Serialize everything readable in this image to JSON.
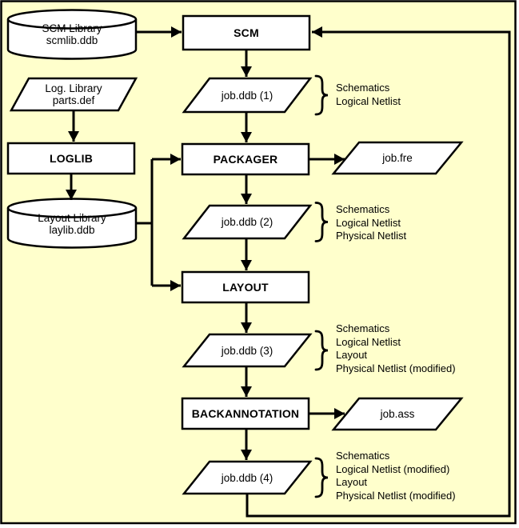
{
  "colors": {
    "background": "#FFFFCC",
    "shape_fill": "#FFFFFF",
    "line": "#000000"
  },
  "nodes": {
    "scm_library_db": {
      "shape": "cylinder",
      "line1": "SCM Library",
      "line2": "scmlib.ddb"
    },
    "scm": {
      "shape": "process",
      "label": "SCM"
    },
    "log_library": {
      "shape": "data",
      "line1": "Log. Library",
      "line2": "parts.def"
    },
    "job_ddb_1": {
      "shape": "data",
      "label": "job.ddb (1)"
    },
    "loglib": {
      "shape": "process",
      "label": "LOGLIB"
    },
    "packager": {
      "shape": "process",
      "label": "PACKAGER"
    },
    "job_fre": {
      "shape": "data",
      "label": "job.fre"
    },
    "layout_library_db": {
      "shape": "cylinder",
      "line1": "Layout Library",
      "line2": "laylib.ddb"
    },
    "job_ddb_2": {
      "shape": "data",
      "label": "job.ddb (2)"
    },
    "layout": {
      "shape": "process",
      "label": "LAYOUT"
    },
    "job_ddb_3": {
      "shape": "data",
      "label": "job.ddb (3)"
    },
    "backannotation": {
      "shape": "process",
      "label": "BACKANNOTATION"
    },
    "job_ass": {
      "shape": "data",
      "label": "job.ass"
    },
    "job_ddb_4": {
      "shape": "data",
      "label": "job.ddb (4)"
    }
  },
  "annotations": {
    "job_ddb_1_contents": [
      "Schematics",
      "Logical Netlist"
    ],
    "job_ddb_2_contents": [
      "Schematics",
      "Logical Netlist",
      "Physical Netlist"
    ],
    "job_ddb_3_contents": [
      "Schematics",
      "Logical Netlist",
      "Layout",
      "Physical Netlist (modified)"
    ],
    "job_ddb_4_contents": [
      "Schematics",
      "Logical Netlist (modified)",
      "Layout",
      "Physical Netlist (modified)"
    ]
  }
}
